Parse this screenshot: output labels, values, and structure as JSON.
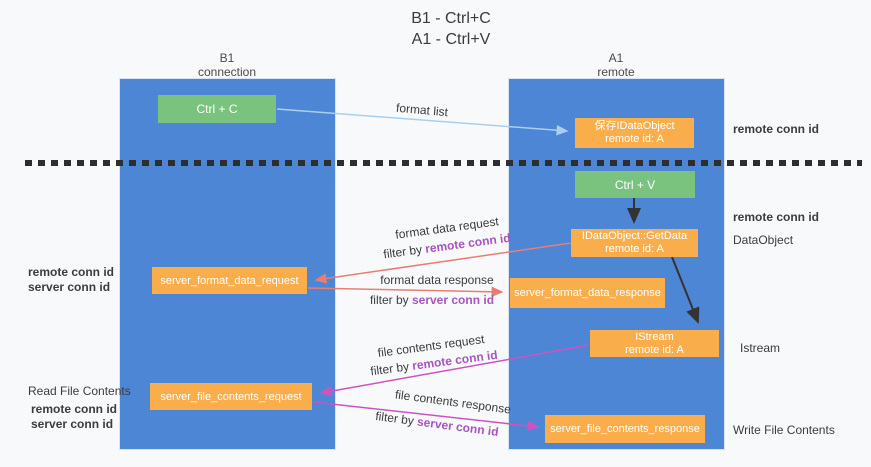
{
  "title": {
    "line1": "B1 - Ctrl+C",
    "line2": "A1 - Ctrl+V"
  },
  "lifelines": {
    "left": {
      "name": "B1",
      "role": "connection"
    },
    "right": {
      "name": "A1",
      "role": "remote"
    }
  },
  "nodes": {
    "ctrl_c": {
      "label": "Ctrl + C"
    },
    "saved_dataobject": {
      "line1": "保存IDataObject",
      "line2": "remote id: A"
    },
    "ctrl_v": {
      "label": "Ctrl + V"
    },
    "getdata": {
      "line1": "IDataObject::GetData",
      "line2": "remote id: A"
    },
    "format_request": {
      "label": "server_format_data_request"
    },
    "format_response": {
      "label": "server_format_data_response"
    },
    "istream": {
      "line1": "IStream",
      "line2": "remote id: A"
    },
    "file_request": {
      "label": "server_file_contents_request"
    },
    "file_response": {
      "label": "server_file_contents_response"
    }
  },
  "flow_labels": {
    "format_list": "format list",
    "format_data_request": "format data request",
    "format_data_response": "format data response",
    "file_contents_request": "file contents request",
    "file_contents_response": "file contents response",
    "filter_by": "filter by ",
    "remote_conn_id": "remote conn id",
    "server_conn_id": "server conn id"
  },
  "side_labels": {
    "right_remote_conn_id_top": "remote conn id",
    "right_remote_conn_id_mid": "remote conn id",
    "dataobject": "DataObject",
    "istream": "Istream",
    "write_file_contents": "Write File Contents",
    "left_remote_conn_id_1": "remote conn id",
    "left_server_conn_id_1": "server conn id",
    "read_file_contents": "Read File Contents",
    "left_remote_conn_id_2": "remote conn id",
    "left_server_conn_id_2": "server conn id"
  },
  "colors": {
    "lifeline_blue": "#4e86d6",
    "box_green": "#7ac37e",
    "box_orange": "#f9ae4b",
    "arrow_lightblue": "#a9cfef",
    "arrow_red": "#e87d76",
    "arrow_magenta": "#cf52c3",
    "arrow_black": "#333333",
    "text_purple": "#a855c0",
    "text_green": "#6abf69"
  }
}
